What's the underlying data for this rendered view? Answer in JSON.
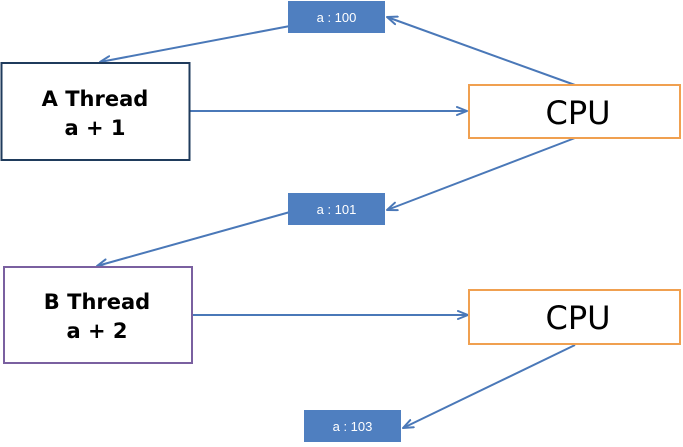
{
  "colors": {
    "thread_a_border": "#1f3b5c",
    "thread_b_border": "#7a60a0",
    "cpu_border": "#f0a050",
    "tag_fill": "#4f7fc0",
    "tag_text": "#ffffff",
    "arrow": "#4a78b8"
  },
  "thread_a": {
    "line1": "A Thread",
    "line2": "a + 1"
  },
  "thread_b": {
    "line1": "B Thread",
    "line2": "a + 2"
  },
  "cpu_top": {
    "label": "CPU"
  },
  "cpu_bottom": {
    "label": "CPU"
  },
  "tags": {
    "a100": "a : 100",
    "a101": "a : 101",
    "a103": "a : 103"
  }
}
